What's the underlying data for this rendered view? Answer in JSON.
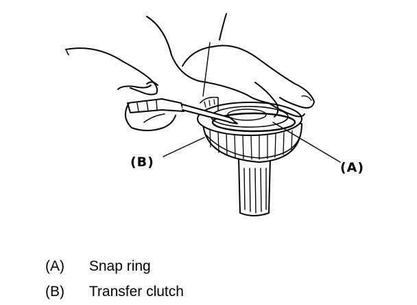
{
  "diagram": {
    "callouts": {
      "a": "(A)",
      "b": "(B)"
    },
    "legend": [
      {
        "code": "(A)",
        "text": "Snap ring"
      },
      {
        "code": "(B)",
        "text": "Transfer clutch"
      }
    ]
  }
}
